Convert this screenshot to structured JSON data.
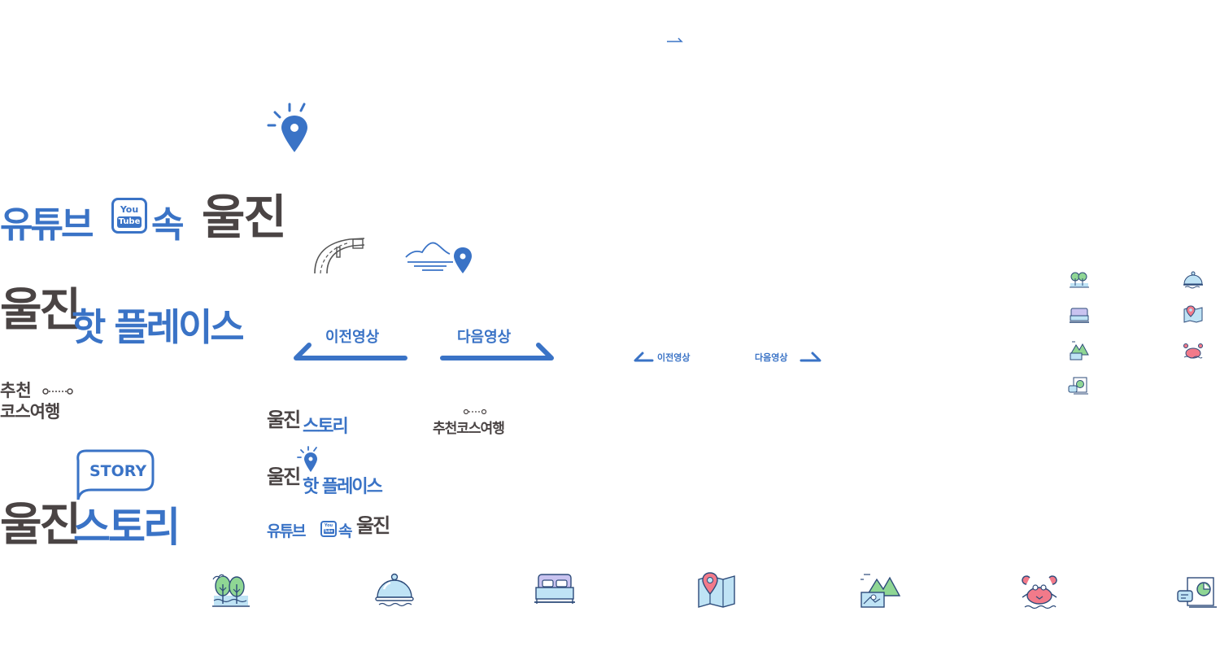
{
  "colors": {
    "blue": "#3a73c6",
    "dark": "#4a4444",
    "green": "#8fd694",
    "pink": "#f27a8a",
    "light": "#bfe3f5"
  },
  "title_youtube": {
    "part1": "유튜브",
    "part2": "속",
    "name": "울진",
    "badge_top": "You",
    "badge_bottom": "Tube"
  },
  "title_hotplace": {
    "name": "울진",
    "text": "핫 플레이스"
  },
  "title_course": {
    "line1": "추천",
    "line2": "코스여행"
  },
  "title_story": {
    "name": "울진",
    "text": "스토리",
    "bubble": "STORY"
  },
  "nav_large": {
    "prev": "이전영상",
    "next": "다음영상"
  },
  "nav_small": {
    "prev": "이전영상",
    "next": "다음영상"
  },
  "small_logos": {
    "story": {
      "name": "울진",
      "text": "스토리"
    },
    "course": {
      "text": "추천코스여행"
    },
    "hotplace": {
      "name": "울진",
      "text": "핫 플레이스"
    },
    "youtube": {
      "part1": "유튜브",
      "part2": "속",
      "name": "울진",
      "badge_top": "You",
      "badge_bottom": "Tube"
    }
  },
  "icons": [
    "nature-icon",
    "food-icon",
    "lodging-icon",
    "map-icon",
    "scenery-icon",
    "crab-icon",
    "review-icon"
  ]
}
